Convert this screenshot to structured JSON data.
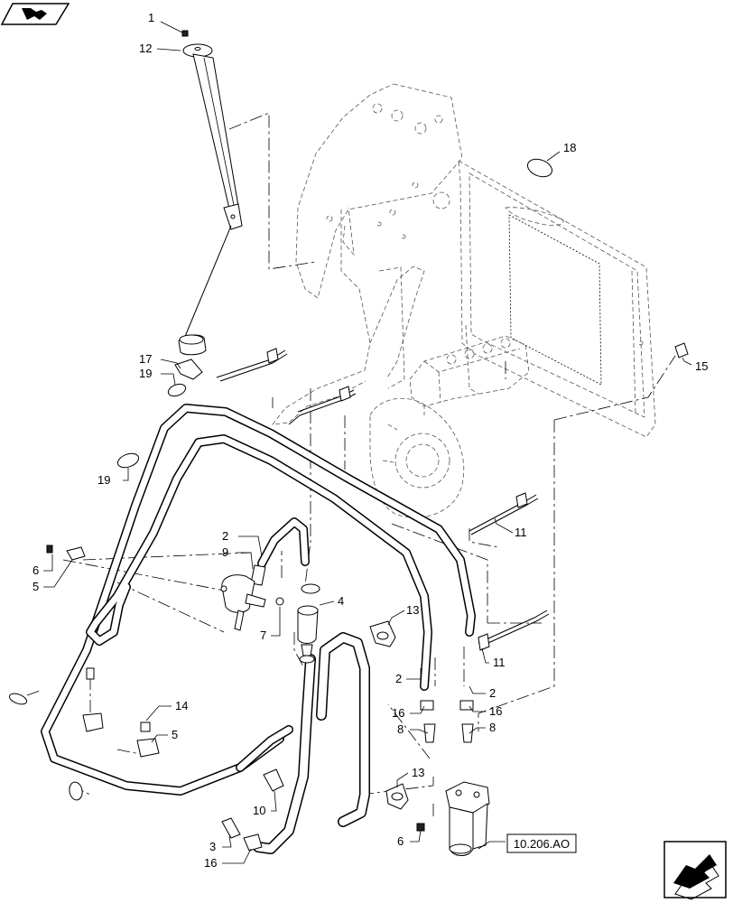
{
  "callouts": {
    "c1": "1",
    "c12": "12",
    "c18": "18",
    "c17": "17",
    "c19a": "19",
    "c19b": "19",
    "c15": "15",
    "c2a": "2",
    "c9": "9",
    "c6a": "6",
    "c5a": "5",
    "c4": "4",
    "c7": "7",
    "c13a": "13",
    "c11a": "11",
    "c11b": "11",
    "c2b": "2",
    "c2c": "2",
    "c16a": "16",
    "c16b": "16",
    "c8a": "8",
    "c8b": "8",
    "c14": "14",
    "c5b": "5",
    "c13b": "13",
    "c10": "10",
    "c3": "3",
    "c16c": "16",
    "c6b": "6"
  },
  "reference": {
    "label": "10.206.AO"
  },
  "icons": {
    "top_left": "book-arrow-icon",
    "bottom_right": "next-page-arrow-icon"
  }
}
